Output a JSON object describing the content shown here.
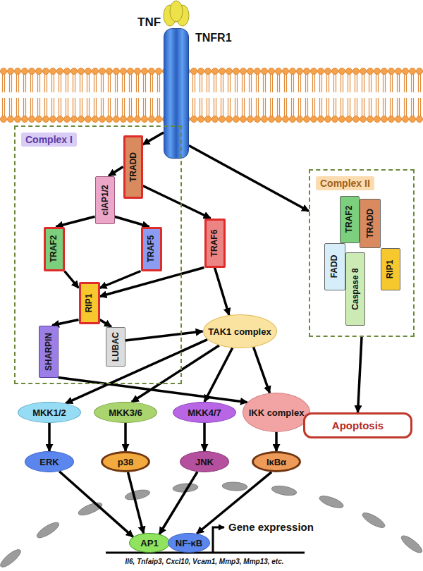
{
  "diagram": {
    "nodes": [
      {
        "text": [
          "TNFR1"
        ]
      },
      {
        "text": [
          "Complex I"
        ]
      },
      {
        "text": [
          "TRADD"
        ],
        "in": 1
      },
      {
        "text": [
          "cIAP1/2"
        ],
        "in": 1
      },
      {
        "text": [
          "TRAF2"
        ],
        "in": 1
      },
      {
        "text": [
          "TRAF5"
        ],
        "in": 1
      },
      {
        "text": [
          "TRAF6"
        ],
        "in": 1
      },
      {
        "text": [
          "RIP1"
        ],
        "in": 1
      },
      {
        "text": [
          "SHARPIN"
        ],
        "in": 1
      },
      {
        "text": [
          "LUBAC"
        ],
        "in": 1
      },
      {
        "text": [
          "TAK1 complex"
        ]
      },
      {
        "text": [
          "Complex II"
        ]
      },
      {
        "text": [
          "TRAF2"
        ],
        "in": 11
      },
      {
        "text": [
          "TRADD"
        ],
        "in": 11
      },
      {
        "text": [
          "FADD"
        ],
        "in": 11
      },
      {
        "text": [
          "RIP1"
        ],
        "in": 11
      },
      {
        "text": [
          "Caspase 8"
        ],
        "in": 11
      },
      {
        "text": [
          "IKK complex"
        ]
      },
      {
        "text": [
          "MKK1/2"
        ]
      },
      {
        "text": [
          "MKK3/6"
        ]
      },
      {
        "text": [
          "MKK4/7"
        ]
      },
      {
        "text": [
          "ERK"
        ]
      },
      {
        "text": [
          "p38"
        ]
      },
      {
        "text": [
          "JNK"
        ]
      },
      {
        "text": [
          "IκBα"
        ]
      },
      {
        "text": [
          "Apoptosis"
        ]
      },
      {
        "text": [
          "AP1"
        ]
      },
      {
        "text": [
          "NF-κB"
        ]
      }
    ],
    "edges": [
      {
        "from": 0,
        "to": 2,
        "arrow": "to"
      },
      {
        "from": 0,
        "to": 11,
        "arrow": "to"
      },
      {
        "from": 2,
        "to": 3,
        "arrow": "to"
      },
      {
        "from": 2,
        "to": 6,
        "arrow": "to"
      },
      {
        "from": 3,
        "to": 4,
        "arrow": "to"
      },
      {
        "from": 3,
        "to": 5,
        "arrow": "to"
      },
      {
        "from": 4,
        "to": 7,
        "arrow": "to"
      },
      {
        "from": 5,
        "to": 7,
        "arrow": "to"
      },
      {
        "from": 6,
        "to": 7,
        "arrow": "to"
      },
      {
        "from": 6,
        "to": 10,
        "arrow": "to"
      },
      {
        "from": 7,
        "to": 8,
        "arrow": "to"
      },
      {
        "from": 7,
        "to": 9,
        "arrow": "to"
      },
      {
        "from": 9,
        "to": 10,
        "arrow": "to"
      },
      {
        "from": 8,
        "to": 17,
        "arrow": "to"
      },
      {
        "from": 10,
        "to": 17,
        "arrow": "to"
      },
      {
        "from": 10,
        "to": 18,
        "arrow": "to"
      },
      {
        "from": 10,
        "to": 19,
        "arrow": "to"
      },
      {
        "from": 10,
        "to": 20,
        "arrow": "to"
      },
      {
        "from": 18,
        "to": 21,
        "arrow": "to"
      },
      {
        "from": 19,
        "to": 22,
        "arrow": "to"
      },
      {
        "from": 20,
        "to": 23,
        "arrow": "to"
      },
      {
        "from": 17,
        "to": 24,
        "arrow": "to"
      },
      {
        "from": 21,
        "to": 26,
        "arrow": "to"
      },
      {
        "from": 22,
        "to": 26,
        "arrow": "to"
      },
      {
        "from": 23,
        "to": 26,
        "arrow": "to"
      },
      {
        "from": 24,
        "to": 27,
        "arrow": "to"
      },
      {
        "from": 11,
        "to": 25,
        "arrow": "to"
      }
    ],
    "labels": [
      "TNF",
      "Gene expression",
      "Il6, Tnfaip3, Cxcl10, Vcam1, Mmp3, Mmp13, etc."
    ]
  }
}
